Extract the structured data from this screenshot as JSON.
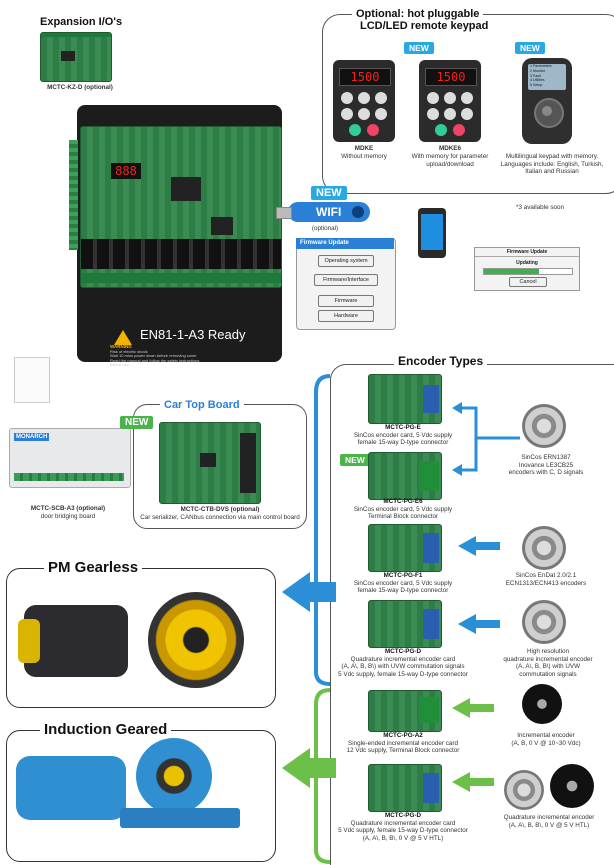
{
  "expansion": {
    "title": "Expansion I/O's",
    "caption": "MCTC-KZ-D (optional)"
  },
  "keypad_section": {
    "title_line1": "Optional: hot pluggable",
    "title_line2": "LCD/LED remote keypad"
  },
  "new_label": "NEW",
  "keypads": [
    {
      "display": "1500",
      "name": "MDKE",
      "desc": "Without memory"
    },
    {
      "display": "1500",
      "name": "MDKE6",
      "desc": "With memory for parameter upload/download"
    },
    {
      "lcd_lines": [
        "1 Parameters",
        "2 Monitor",
        "3 Fault",
        "4 Utilities",
        "5 Setup"
      ],
      "desc": "Multilingual keypad with memory. Languages include: English, Turkish, Italian and Russian"
    }
  ],
  "soon_note": "*3 available soon",
  "wifi": {
    "label": "WIFI",
    "caption": "(optional)"
  },
  "firmware": {
    "title": "Firmware Update",
    "steps": [
      "Operating system",
      "Firmware/Interface",
      "Firmware",
      "Hardware"
    ],
    "phone_dialog": {
      "title": "Firmware Update",
      "status": "Updating",
      "progress": 0.62,
      "button": "Cancel"
    }
  },
  "main_board": {
    "led_display": "888",
    "banner": "EN81-1-A3 Ready",
    "warning_title": "WARNING",
    "warning_lines": [
      "Risk of electric shock",
      "Wait 10 mins power down before removing cover",
      "Read the manual and follow the safety instructions",
      "before use"
    ]
  },
  "door_board": {
    "brand": "MONARCH",
    "caption_bold": "MCTC-SCB-A3 (optional)",
    "caption": "door bridging board"
  },
  "car_top": {
    "title": "Car Top Board",
    "caption_bold": "MCTC-CTB-DVS (optional)",
    "caption": "Car serializer, CANbus connection via main control board"
  },
  "encoder_types": {
    "title": "Encoder Types"
  },
  "pm_gearless": {
    "title": "PM Gearless"
  },
  "induction_geared": {
    "title": "Induction Geared"
  },
  "encoder_cards": [
    {
      "name": "MCTC-PG-E",
      "lines": [
        "SinCos encoder card, 5 Vdc supply",
        "female 15-way D-type connector"
      ]
    },
    {
      "name": "MCTC-PG-E6",
      "lines": [
        "SinCos encoder card, 5 Vdc supply",
        "Terminal Block connector"
      ]
    },
    {
      "name": "MCTC-PG-F1",
      "lines": [
        "SinCos encoder card, 5 Vdc supply",
        "female 15-way D-type connector"
      ]
    },
    {
      "name": "MCTC-PG-D",
      "lines": [
        "Quadrature incremental encoder card",
        "(A, A\\, B, B\\) with UVW commutation signals",
        "5 Vdc supply, female 15-way D-type connector"
      ]
    },
    {
      "name": "MCTC-PG-A2",
      "lines": [
        "Single-ended incremental encoder card",
        "12 Vdc supply, Terminal Block connector"
      ]
    },
    {
      "name": "MCTC-PG-D",
      "lines": [
        "Quadrature incremental encoder card",
        "5 Vdc supply, female 15-way D-type connector",
        "(A, A\\, B, B\\, 0 V @ 5 V HTL)"
      ]
    }
  ],
  "encoders": [
    {
      "lines": [
        "SinCos ERN1387",
        "Inovance LE3CB25",
        "encoders with C, D signals"
      ]
    },
    {
      "lines": [
        "SinCos EnDat 2.0/2.1",
        "ECN1313/ECN413 encoders"
      ]
    },
    {
      "lines": [
        "High resolution",
        "quadrature incremental encoder",
        "(A, A\\, B, B\\) with UVW",
        "commutation signals"
      ]
    },
    {
      "lines": [
        "Incremental encoder",
        "(A, B, 0 V @ 10~30 Vdc)"
      ]
    },
    {
      "lines": [
        "Quadrature incremental encoder",
        "(A, A\\, B, B\\, 0 V @ 5 V HTL)"
      ]
    }
  ],
  "colors": {
    "blue_arrow": "#2a8fd6",
    "green_arrow": "#6cc04a",
    "board_green": "#2f7d46"
  }
}
